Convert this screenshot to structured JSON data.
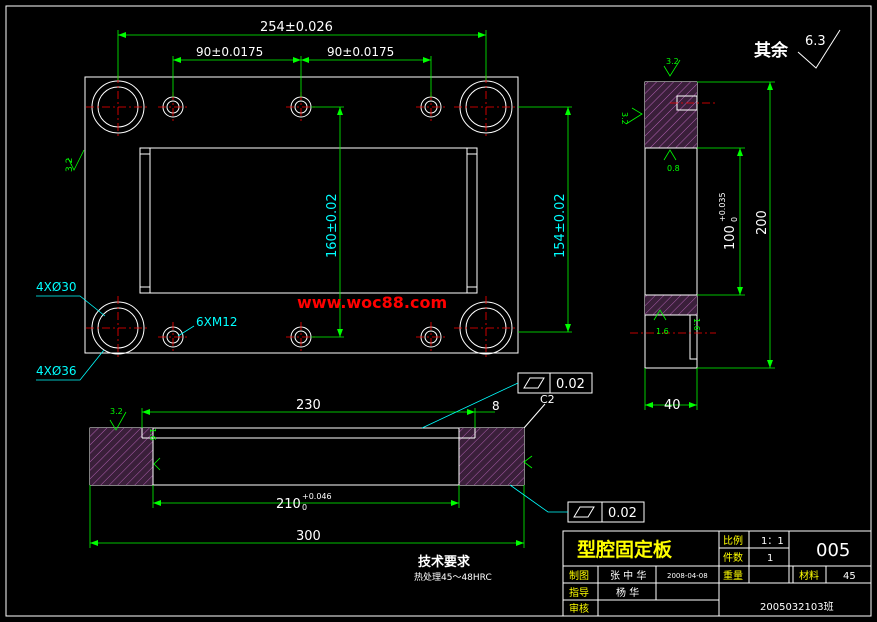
{
  "drawing": {
    "dims": {
      "d254": "254±0.026",
      "d90a": "90±0.0175",
      "d90b": "90±0.0175",
      "d160": "160±0.02",
      "d154": "154±0.02",
      "d230": "230",
      "d8": "8",
      "dc2": "C2",
      "d210_base": "210",
      "d210_tol": "+0.046",
      "d210_low": "0",
      "d300": "300",
      "d40": "40",
      "d200": "200",
      "d100_base": "100",
      "d100_tol": "+0.035",
      "d100_low": "0"
    },
    "holes": {
      "h4x030": "4XØ30",
      "h4x036": "4XØ36",
      "h6xm12": "6XM12"
    },
    "roughness": {
      "rest_label": "其余",
      "rest_value": "6.3",
      "r32_a": "3.2",
      "r32_b": "3.2",
      "r32_c": "3.2",
      "r32_d": "3.2",
      "r16_a": "1.6",
      "r16_b": "1.6",
      "r16_c": "1.6",
      "r08": "0.8"
    },
    "tolerance": {
      "flat1": "0.02",
      "flat2": "0.02"
    },
    "watermark": "www.woc88.com",
    "tech_title": "技术要求",
    "tech_note": "热处理45～48HRC"
  },
  "title_block": {
    "part_name": "型腔固定板",
    "scale_label": "比例",
    "scale_value": "1：1",
    "qty_label": "件数",
    "qty_value": "1",
    "drawing_no": "005",
    "drawn_label": "制图",
    "drawn_name": "张 中 华",
    "drawn_date": "2008-04-08",
    "weight_label": "重量",
    "material_label": "材料",
    "material_value": "45",
    "guide_label": "指导",
    "guide_name": "杨 华",
    "check_label": "审核",
    "class_id": "2005032103班"
  },
  "colors": {
    "background": "#000000",
    "outline": "#ffffff",
    "dimension": "#00ff00",
    "annotation": "#00ffff",
    "centerline": "#ff0000",
    "title_text": "#ffff00",
    "hatch": "#ff00ff"
  }
}
